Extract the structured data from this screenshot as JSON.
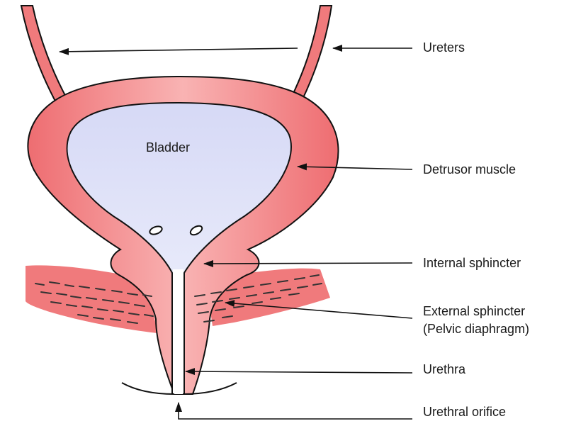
{
  "labels": {
    "bladder": "Bladder",
    "ureters": "Ureters",
    "detrusor": "Detrusor muscle",
    "internal_sphincter": "Internal sphincter",
    "external_sphincter_1": "External sphincter",
    "external_sphincter_2": "(Pelvic diaphragm)",
    "urethra": "Urethra",
    "urethral_orifice": "Urethral orifice"
  },
  "colors": {
    "muscle": "#f07a7c",
    "muscle_light": "#f7a3a3",
    "lumen_top": "#d9dcf7",
    "lumen_bottom": "#ffffff",
    "outline": "#111111",
    "arrow": "#111111"
  }
}
